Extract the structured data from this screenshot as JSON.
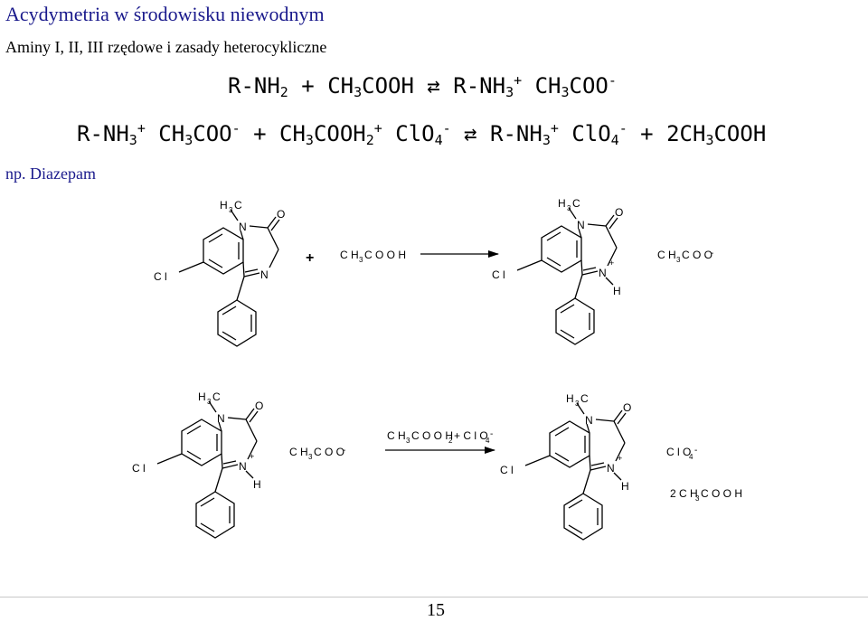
{
  "header": {
    "title": "Acydymetria w środowisku niewodnym",
    "subtitle": "Aminy I, II, III rzędowe i zasady heterocykliczne",
    "example_label": "np. Diazepam"
  },
  "equation_1": {
    "a": "R-NH",
    "a_sub": "2",
    "plus": " + ",
    "b": "CH",
    "b_sub": "3",
    "b2": "COOH",
    "arrow": " ⇄ ",
    "c": "R-NH",
    "c_sub": "3",
    "c_sup": "+",
    "d": " CH",
    "d_sub": "3",
    "d2": "COO",
    "d_sup": "-"
  },
  "equation_2": {
    "a": "R-NH",
    "a_sub": "3",
    "a_sup": "+",
    "b": " CH",
    "b_sub": "3",
    "b2": "COO",
    "b_sup": "-",
    "plus1": " + ",
    "c": "CH",
    "c_sub": "3",
    "c2": "COOH",
    "c_sub2": "2",
    "c_sup": "+",
    "d": " ClO",
    "d_sub": "4",
    "d_sup": "-",
    "arrow": " ⇄ ",
    "e": "R-NH",
    "e_sub": "3",
    "e_sup": "+",
    "f": " ClO",
    "f_sub": "4",
    "f_sup": "-",
    "plus2": " + ",
    "g": "2CH",
    "g_sub": "3",
    "g2": "COOH"
  },
  "scheme": {
    "labels": {
      "h": "H",
      "c": "C",
      "n": "N",
      "o": "O",
      "cl": "C l",
      "sub3": "3",
      "sub2": "2",
      "sub4": "4",
      "plus": "+",
      "minus": "-"
    },
    "reaction1": {
      "plus_sign": "+",
      "reagent": "C H",
      "reagent_sub": "3",
      "reagent_tail": "C O O H",
      "product_anion": "C H",
      "product_anion_sub": "3",
      "product_anion_tail": "C O O"
    },
    "reaction2": {
      "counter_anion": "C H",
      "counter_anion_sub": "3",
      "counter_anion_tail": "C O O",
      "reagent_a": "C H",
      "reagent_sub": "3",
      "reagent_b": "C O O H",
      "reagent_sub2": "2",
      "reagent_c": "+ C l O",
      "reagent_sub4": "4",
      "product_anion": "C l O",
      "product_anion_sub": "4",
      "byproduct": "2 C H",
      "byproduct_sub": "3",
      "byproduct_tail": "C O O H"
    }
  },
  "footer": {
    "page_number": "15"
  }
}
